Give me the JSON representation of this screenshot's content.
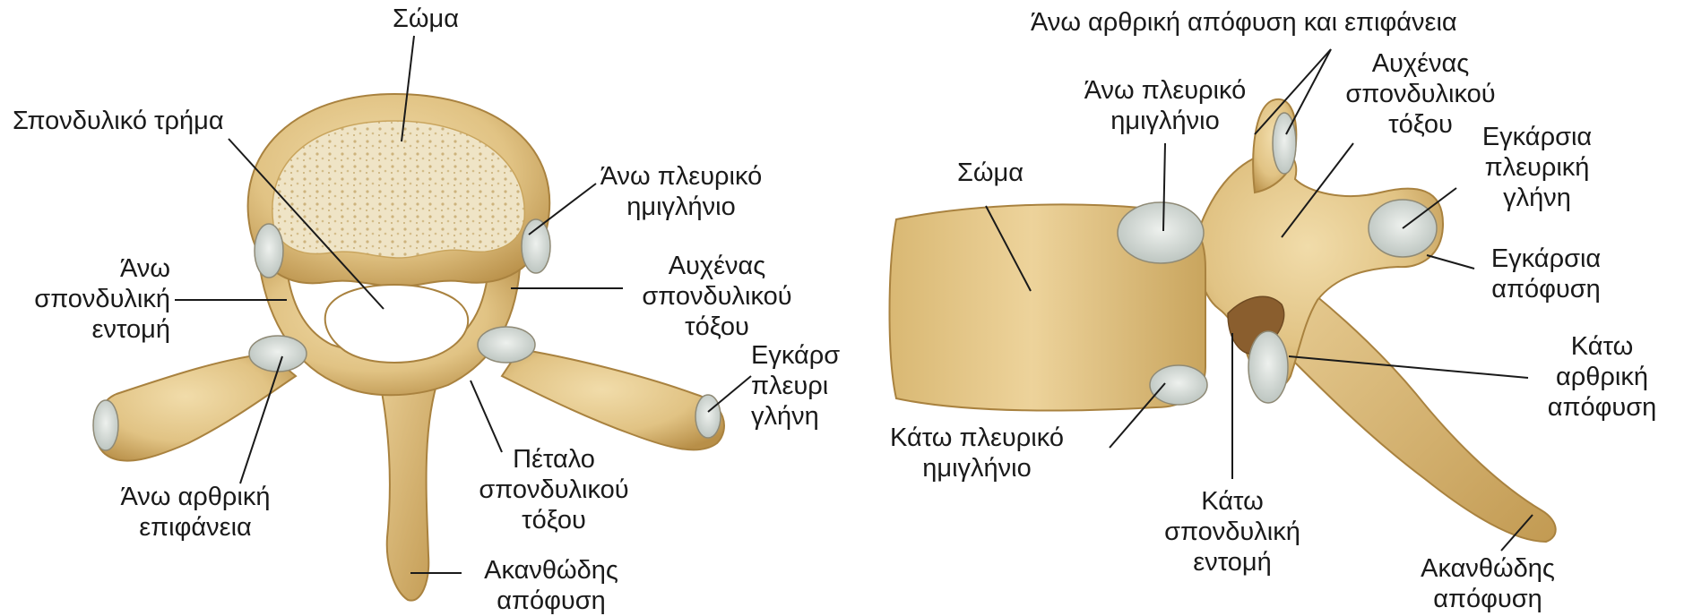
{
  "figure": {
    "bone_color": "#e3c98d",
    "bone_shade": "#c9a55e",
    "bone_dark": "#a9823f",
    "cartilage_color": "#dfe4e1",
    "foramen_color": "#ffffff",
    "leader_color": "#1a1a1a",
    "text_color": "#1a1a1a"
  },
  "superior_view": {
    "labels": {
      "body": [
        "Σώμα"
      ],
      "vertebral_foramen": [
        "Σπονδυλικό τρήμα"
      ],
      "superior_costal_facet": [
        "Άνω πλευρικό",
        "ημιγλήνιο"
      ],
      "superior_vertebral_notch": [
        "Άνω",
        "σπονδυλική",
        "εντομή"
      ],
      "pedicle": [
        "Αυχένας",
        "σπονδυλικού",
        "τόξου"
      ],
      "transverse_costal_facet": [
        "Εγκάρσ",
        "πλευρι",
        "γλήνη"
      ],
      "superior_articular_facet": [
        "Άνω αρθρική",
        "επιφάνεια"
      ],
      "lamina": [
        "Πέταλο",
        "σπονδυλικού",
        "τόξου"
      ],
      "spinous_process": [
        "Ακανθώδης",
        "απόφυση"
      ]
    }
  },
  "lateral_view": {
    "labels": {
      "superior_articular_process": [
        "Άνω αρθρική απόφυση και επιφάνεια"
      ],
      "superior_costal_facet": [
        "Άνω πλευρικό",
        "ημιγλήνιο"
      ],
      "pedicle": [
        "Αυχένας",
        "σπονδυλικού",
        "τόξου"
      ],
      "body": [
        "Σώμα"
      ],
      "transverse_costal_facet": [
        "Εγκάρσια",
        "πλευρική",
        "γλήνη"
      ],
      "transverse_process": [
        "Εγκάρσια",
        "απόφυση"
      ],
      "inferior_articular_process": [
        "Κάτω",
        "αρθρική",
        "απόφυση"
      ],
      "inferior_costal_facet": [
        "Κάτω πλευρικό",
        "ημιγλήνιο"
      ],
      "inferior_vertebral_notch": [
        "Κάτω",
        "σπονδυλική",
        "εντομή"
      ],
      "spinous_process": [
        "Ακανθώδης",
        "απόφυση"
      ]
    }
  }
}
